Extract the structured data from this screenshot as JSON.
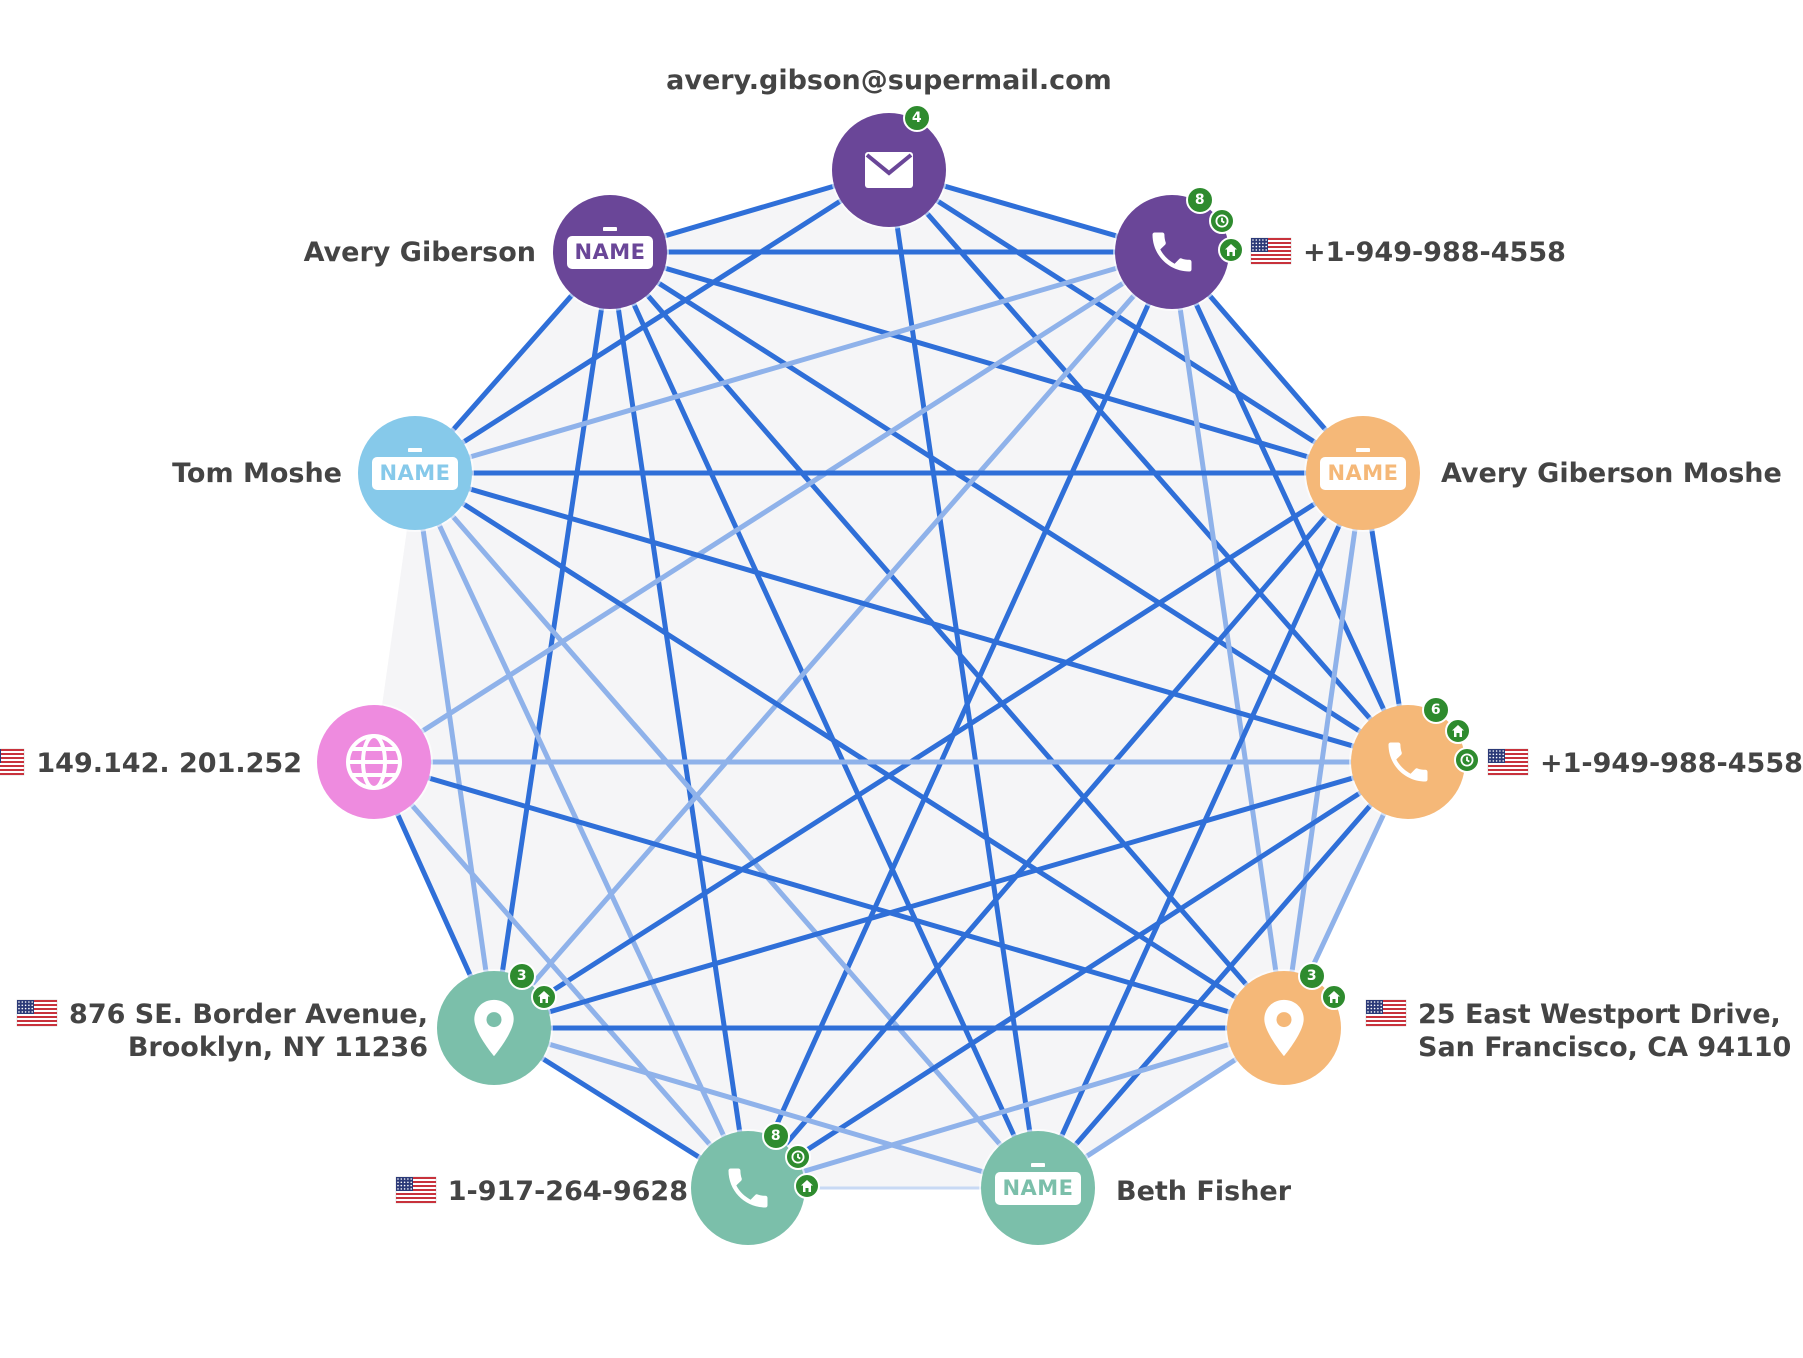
{
  "colors": {
    "background_shape": "#f5f5f7",
    "edge_strong": "#2f6fd8",
    "edge_light": "#8fb2ea",
    "edge_faint": "#c8d9f4",
    "purple": "#6a4698",
    "light_blue": "#86c9ea",
    "pink": "#ee8bdf",
    "teal": "#7bbfaa",
    "orange": "#f5b878",
    "badge_green": "#2e8b2e"
  },
  "nodes": [
    {
      "id": "email",
      "type": "email",
      "icon": "envelope-icon",
      "color": "purple",
      "label": "avery.gibson@supermail.com",
      "badge": "4",
      "mini_icons": [],
      "flag": false
    },
    {
      "id": "phone1",
      "type": "phone",
      "icon": "phone-icon",
      "color": "purple",
      "label": "+1-949-988-4558",
      "badge": "8",
      "mini_icons": [
        "clock-icon",
        "home-icon"
      ],
      "flag": true
    },
    {
      "id": "name_agm",
      "type": "name",
      "icon": "name-card-icon",
      "color": "orange",
      "label": "Avery Giberson Moshe",
      "badge": "",
      "mini_icons": [],
      "flag": false,
      "card_text": "NAME"
    },
    {
      "id": "phone2",
      "type": "phone",
      "icon": "phone-icon",
      "color": "orange",
      "label": "+1-949-988-4558",
      "badge": "6",
      "mini_icons": [
        "home-icon",
        "clock-icon"
      ],
      "flag": true
    },
    {
      "id": "addr_sf",
      "type": "address",
      "icon": "location-pin-icon",
      "color": "orange",
      "label_lines": [
        "25 East Westport Drive,",
        "San Francisco, CA 94110"
      ],
      "badge": "3",
      "mini_icons": [
        "home-icon"
      ],
      "flag": true
    },
    {
      "id": "name_beth",
      "type": "name",
      "icon": "name-card-icon",
      "color": "teal",
      "label": "Beth Fisher",
      "badge": "",
      "mini_icons": [],
      "flag": false,
      "card_text": "NAME"
    },
    {
      "id": "phone3",
      "type": "phone",
      "icon": "phone-icon",
      "color": "teal",
      "label": "1-917-264-9628",
      "badge": "8",
      "mini_icons": [
        "clock-icon",
        "home-icon"
      ],
      "flag": true
    },
    {
      "id": "addr_bk",
      "type": "address",
      "icon": "location-pin-icon",
      "color": "teal",
      "label_lines": [
        "876 SE. Border Avenue,",
        "Brooklyn, NY 11236"
      ],
      "badge": "3",
      "mini_icons": [
        "home-icon"
      ],
      "flag": true
    },
    {
      "id": "ip",
      "type": "ip",
      "icon": "globe-icon",
      "color": "pink",
      "label": "149.142. 201.252",
      "badge": "",
      "mini_icons": [],
      "flag": true
    },
    {
      "id": "name_tom",
      "type": "name",
      "icon": "name-card-icon",
      "color": "light_blue",
      "label": "Tom Moshe",
      "badge": "",
      "mini_icons": [],
      "flag": false,
      "card_text": "NAME"
    },
    {
      "id": "name_ag",
      "type": "name",
      "icon": "name-card-icon",
      "color": "purple",
      "label": "Avery Giberson",
      "badge": "",
      "mini_icons": [],
      "flag": false,
      "card_text": "NAME"
    }
  ],
  "edges": [
    [
      "email",
      "name_ag",
      "strong"
    ],
    [
      "email",
      "phone1",
      "strong"
    ],
    [
      "email",
      "name_agm",
      "strong"
    ],
    [
      "email",
      "phone2",
      "strong"
    ],
    [
      "email",
      "name_beth",
      "strong"
    ],
    [
      "email",
      "name_tom",
      "strong"
    ],
    [
      "name_ag",
      "phone1",
      "strong"
    ],
    [
      "name_ag",
      "name_agm",
      "strong"
    ],
    [
      "name_ag",
      "phone2",
      "strong"
    ],
    [
      "name_ag",
      "addr_sf",
      "strong"
    ],
    [
      "name_ag",
      "name_beth",
      "strong"
    ],
    [
      "name_ag",
      "phone3",
      "strong"
    ],
    [
      "name_ag",
      "addr_bk",
      "strong"
    ],
    [
      "name_ag",
      "name_tom",
      "strong"
    ],
    [
      "phone1",
      "name_agm",
      "strong"
    ],
    [
      "phone1",
      "phone2",
      "strong"
    ],
    [
      "phone1",
      "phone3",
      "strong"
    ],
    [
      "phone1",
      "addr_sf",
      "light"
    ],
    [
      "phone1",
      "ip",
      "light"
    ],
    [
      "phone1",
      "name_tom",
      "light"
    ],
    [
      "phone1",
      "addr_bk",
      "light"
    ],
    [
      "name_tom",
      "name_agm",
      "strong"
    ],
    [
      "name_tom",
      "phone2",
      "strong"
    ],
    [
      "name_tom",
      "addr_sf",
      "strong"
    ],
    [
      "name_tom",
      "addr_bk",
      "light"
    ],
    [
      "name_tom",
      "phone3",
      "light"
    ],
    [
      "name_tom",
      "name_beth",
      "light"
    ],
    [
      "name_agm",
      "phone2",
      "strong"
    ],
    [
      "name_agm",
      "addr_bk",
      "strong"
    ],
    [
      "name_agm",
      "phone3",
      "strong"
    ],
    [
      "name_agm",
      "name_beth",
      "strong"
    ],
    [
      "name_agm",
      "addr_sf",
      "light"
    ],
    [
      "ip",
      "phone2",
      "light"
    ],
    [
      "ip",
      "addr_sf",
      "strong"
    ],
    [
      "ip",
      "addr_bk",
      "strong"
    ],
    [
      "ip",
      "phone3",
      "light"
    ],
    [
      "phone2",
      "addr_bk",
      "strong"
    ],
    [
      "phone2",
      "phone3",
      "strong"
    ],
    [
      "phone2",
      "name_beth",
      "strong"
    ],
    [
      "phone2",
      "addr_sf",
      "light"
    ],
    [
      "addr_bk",
      "addr_sf",
      "strong"
    ],
    [
      "addr_bk",
      "phone3",
      "strong"
    ],
    [
      "addr_bk",
      "name_beth",
      "light"
    ],
    [
      "addr_sf",
      "phone3",
      "light"
    ],
    [
      "addr_sf",
      "name_beth",
      "light"
    ],
    [
      "phone3",
      "name_beth",
      "faint"
    ]
  ]
}
